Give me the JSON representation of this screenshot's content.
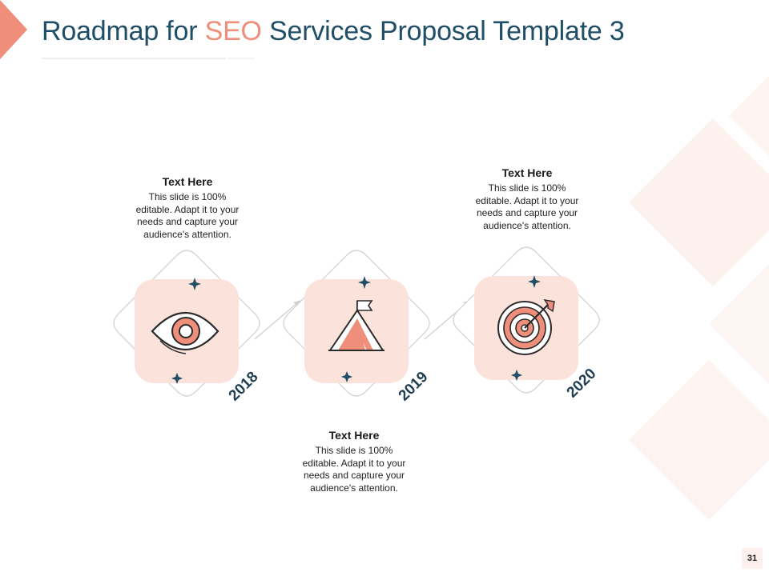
{
  "title": {
    "part1": "Roadmap for ",
    "accent": "SEO",
    "part2": " Services Proposal Template 3"
  },
  "colors": {
    "accent": "#ee8e7b",
    "title": "#1f4e66",
    "diamond_fill": "#fbe3dc",
    "outline": "#d4d4d4"
  },
  "milestones": [
    {
      "year": "2018",
      "icon": "eye-icon",
      "heading": "Text Here",
      "lines": [
        "This slide is 100%",
        "editable.  Adapt it to your",
        "needs and capture your",
        "audience's attention."
      ]
    },
    {
      "year": "2019",
      "icon": "mountain-flag-icon",
      "heading": "Text Here",
      "lines": [
        "This slide is 100%",
        "editable.  Adapt it to your",
        "needs and capture your",
        "audience's attention."
      ]
    },
    {
      "year": "2020",
      "icon": "target-arrow-icon",
      "heading": "Text Here",
      "lines": [
        "This slide is 100%",
        "editable.  Adapt it to your",
        "needs and capture your",
        "audience's attention."
      ]
    }
  ],
  "page_number": "31"
}
